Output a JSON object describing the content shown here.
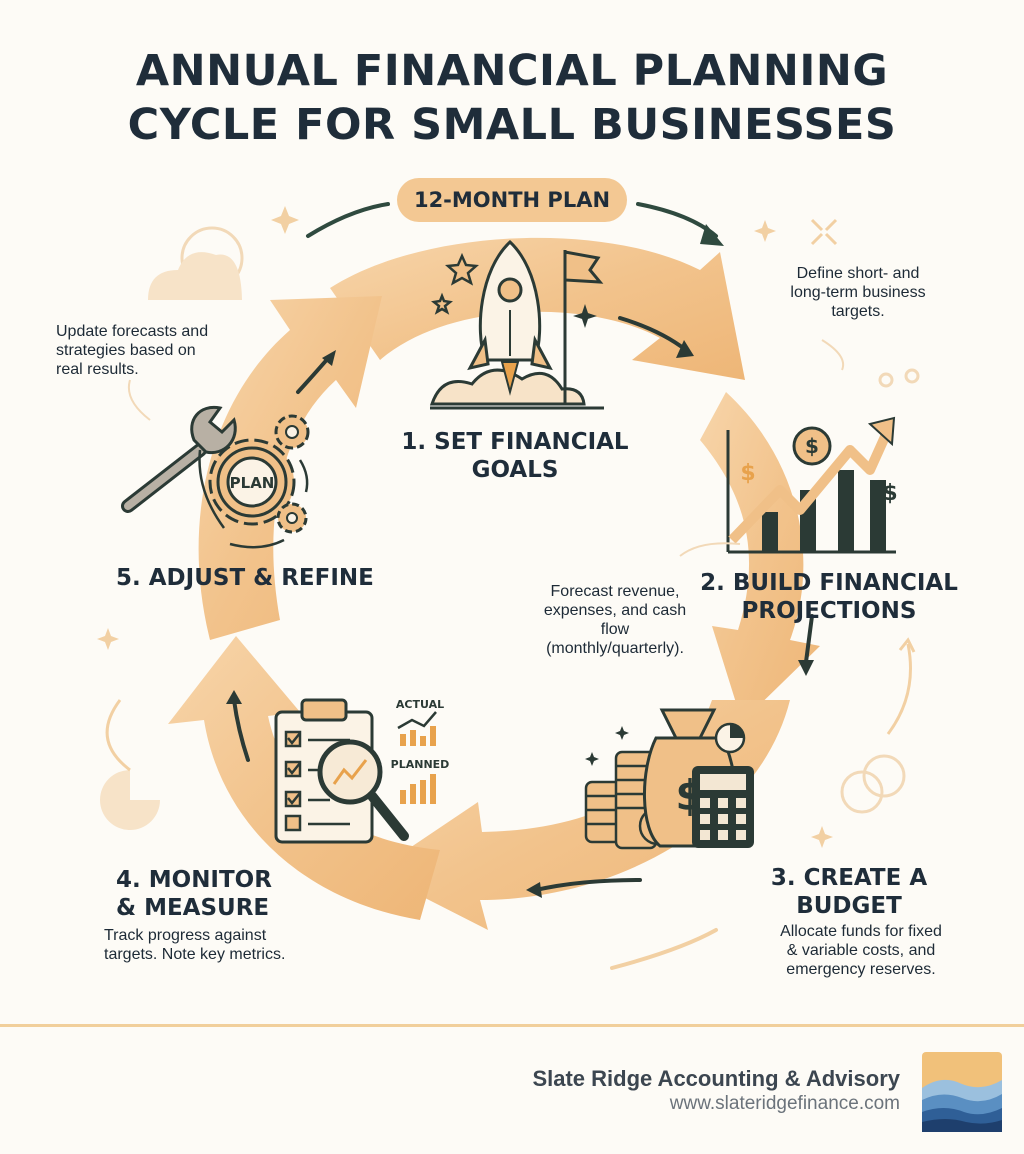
{
  "title": {
    "line1": "ANNUAL FINANCIAL PLANNING",
    "line2": "CYCLE FOR SMALL BUSINESSES"
  },
  "center_badge": "12-MONTH PLAN",
  "steps": [
    {
      "label_line1": "1. SET FINANCIAL",
      "label_line2": "GOALS",
      "desc": [
        "Define short- and",
        "long-term business",
        "targets."
      ]
    },
    {
      "label_line1": "2. BUILD FINANCIAL",
      "label_line2": "PROJECTIONS",
      "desc": [
        "Forecast revenue,",
        "expenses, and cash",
        "flow",
        "(monthly/quarterly)."
      ]
    },
    {
      "label_line1": "3. CREATE A",
      "label_line2": "BUDGET",
      "desc": [
        "Allocate funds for fixed",
        "& variable costs, and",
        "emergency reserves."
      ]
    },
    {
      "label_line1": "4. MONITOR",
      "label_line2": "& MEASURE",
      "desc": [
        "Track progress against",
        "targets. Note key metrics."
      ]
    },
    {
      "label_line1": "5. ADJUST & REFINE",
      "label_line2": "",
      "desc": [
        "Update forecasts and",
        "strategies based on",
        "real results."
      ]
    }
  ],
  "icon_labels": {
    "gear": "PLAN",
    "chart_actual": "ACTUAL",
    "chart_planned": "PLANNED",
    "money_bag": "$",
    "coin": "$",
    "dollar_sign": "$"
  },
  "icons": [
    "rocket-icon",
    "flag-icon",
    "star-icon",
    "growth-chart-icon",
    "dollar-coin-icon",
    "money-bag-icon",
    "coin-stack-icon",
    "calculator-icon",
    "pie-chart-icon",
    "clipboard-checklist-icon",
    "magnifier-icon",
    "bar-chart-icon",
    "wrench-icon",
    "gear-icon",
    "cloud-icon"
  ],
  "footer": {
    "company": "Slate Ridge Accounting & Advisory",
    "url": "www.slateridgefinance.com"
  },
  "colors": {
    "ring": "#f0c088",
    "ring_light": "#f8ddb8",
    "accent": "#e8a24c",
    "text": "#1f2d3a",
    "icon_dark": "#2b3a35",
    "badge": "#f3c893"
  }
}
